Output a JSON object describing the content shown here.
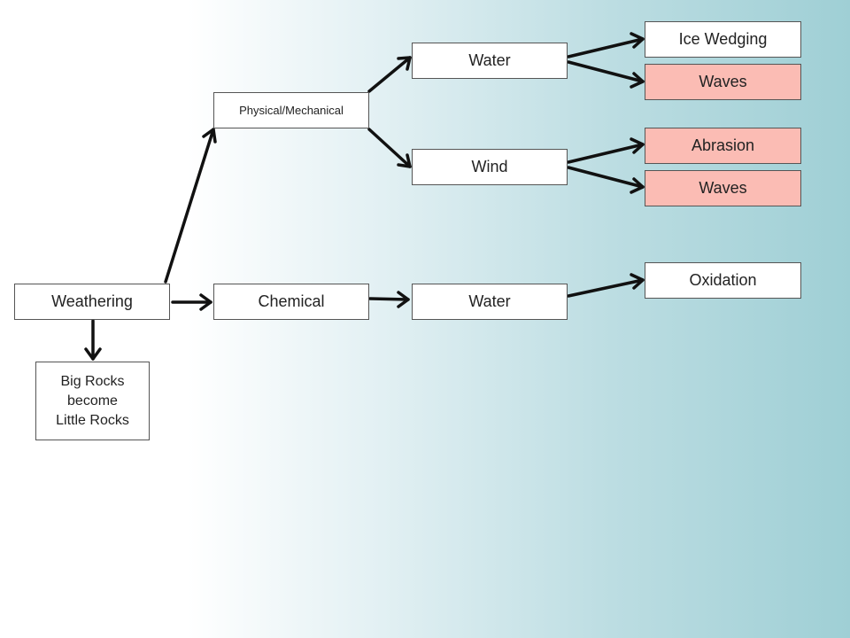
{
  "nodes": {
    "weathering": "Weathering",
    "physical": "Physical/Mechanical",
    "chemical": "Chemical",
    "water_physical": "Water",
    "wind": "Wind",
    "water_chemical": "Water",
    "ice_wedging": "Ice Wedging",
    "waves_water": "Waves",
    "abrasion": "Abrasion",
    "waves_wind": "Waves",
    "oxidation": "Oxidation",
    "big_rocks_line1": "Big Rocks",
    "big_rocks_line2": "become",
    "big_rocks_line3": "Little Rocks"
  },
  "colors": {
    "highlight": "#fbbcb4",
    "box": "#ffffff",
    "arrow": "#111111"
  }
}
